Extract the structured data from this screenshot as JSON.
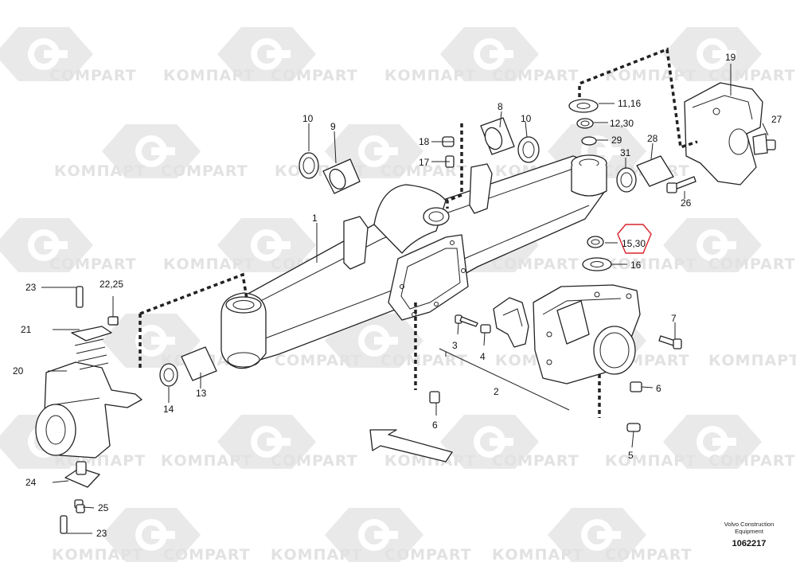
{
  "watermark": {
    "brand_latin": "COMPART",
    "brand_cyrillic": "КОМПАРТ",
    "color": "#e2e2e2"
  },
  "callouts": {
    "c1": "1",
    "c2": "2",
    "c3": "3",
    "c4": "4",
    "c5": "5",
    "c6a": "6",
    "c6b": "6",
    "c7": "7",
    "c8": "8",
    "c9": "9",
    "c10a": "10",
    "c10b": "10",
    "c11_16": "11,16",
    "c12_30": "12,30",
    "c13": "13",
    "c14": "14",
    "c15_30": "15,30",
    "c16": "16",
    "c17": "17",
    "c18": "18",
    "c19": "19",
    "c20": "20",
    "c21": "21",
    "c22_25": "22,25",
    "c23a": "23",
    "c23b": "23",
    "c24": "24",
    "c25": "25",
    "c26": "26",
    "c27": "27",
    "c28": "28",
    "c29": "29",
    "c31": "31"
  },
  "highlight": {
    "part": "15,30",
    "color": "#d9232d"
  },
  "footer": {
    "maker_line1": "Volvo Construction",
    "maker_line2": "Equipment",
    "drawing_id": "1062217"
  }
}
